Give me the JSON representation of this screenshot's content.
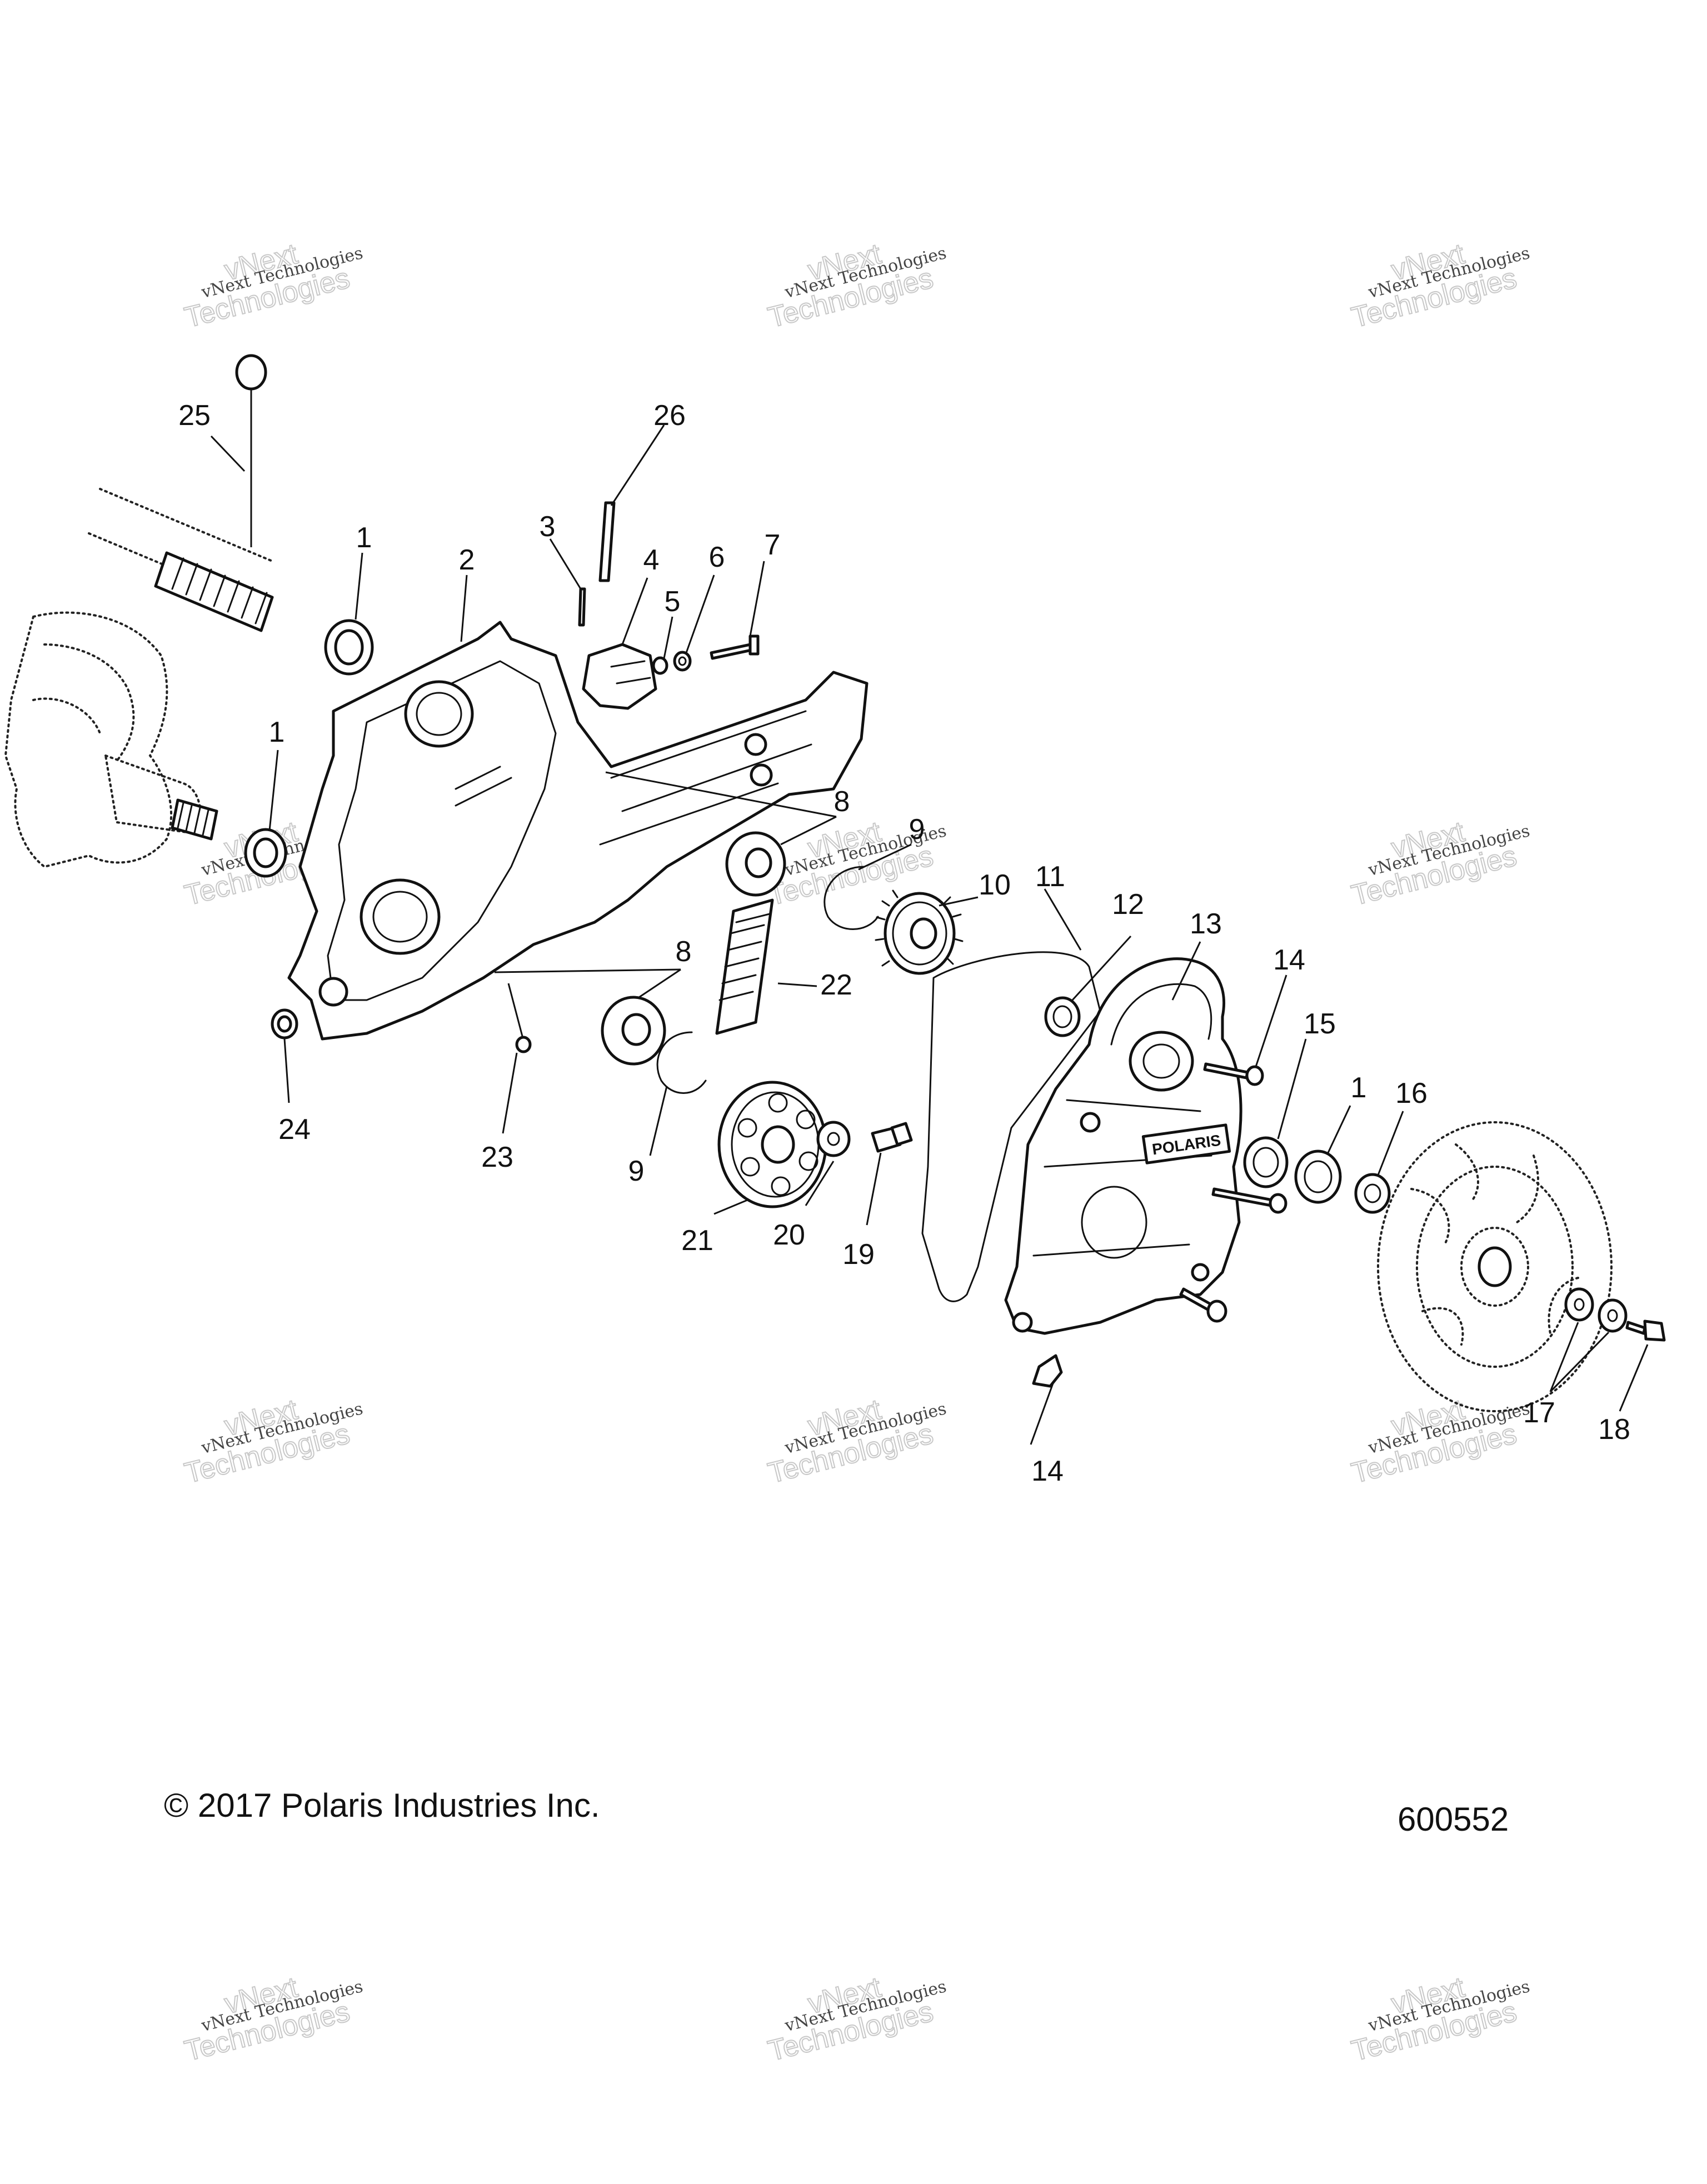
{
  "callouts": [
    {
      "id": "c25",
      "label": "25"
    },
    {
      "id": "c26",
      "label": "26"
    },
    {
      "id": "c1a",
      "label": "1"
    },
    {
      "id": "c3",
      "label": "3"
    },
    {
      "id": "c2",
      "label": "2"
    },
    {
      "id": "c4",
      "label": "4"
    },
    {
      "id": "c6",
      "label": "6"
    },
    {
      "id": "c7",
      "label": "7"
    },
    {
      "id": "c5",
      "label": "5"
    },
    {
      "id": "c1b",
      "label": "1"
    },
    {
      "id": "c8a",
      "label": "8"
    },
    {
      "id": "c9a",
      "label": "9"
    },
    {
      "id": "c10",
      "label": "10"
    },
    {
      "id": "c11",
      "label": "11"
    },
    {
      "id": "c12",
      "label": "12"
    },
    {
      "id": "c13",
      "label": "13"
    },
    {
      "id": "c14a",
      "label": "14"
    },
    {
      "id": "c8b",
      "label": "8"
    },
    {
      "id": "c22",
      "label": "22"
    },
    {
      "id": "c15",
      "label": "15"
    },
    {
      "id": "c1c",
      "label": "1"
    },
    {
      "id": "c16",
      "label": "16"
    },
    {
      "id": "c24",
      "label": "24"
    },
    {
      "id": "c23",
      "label": "23"
    },
    {
      "id": "c9b",
      "label": "9"
    },
    {
      "id": "c20",
      "label": "20"
    },
    {
      "id": "c21",
      "label": "21"
    },
    {
      "id": "c19",
      "label": "19"
    },
    {
      "id": "c17",
      "label": "17"
    },
    {
      "id": "c18",
      "label": "18"
    },
    {
      "id": "c14b",
      "label": "14"
    }
  ],
  "watermark": {
    "line1": "vNext Technologies",
    "line2": "vNext",
    "line3": "Technologies"
  },
  "footer": {
    "copyright": "© 2017 Polaris Industries Inc.",
    "figure_number": "600552"
  },
  "logo_text": "POLARIS"
}
